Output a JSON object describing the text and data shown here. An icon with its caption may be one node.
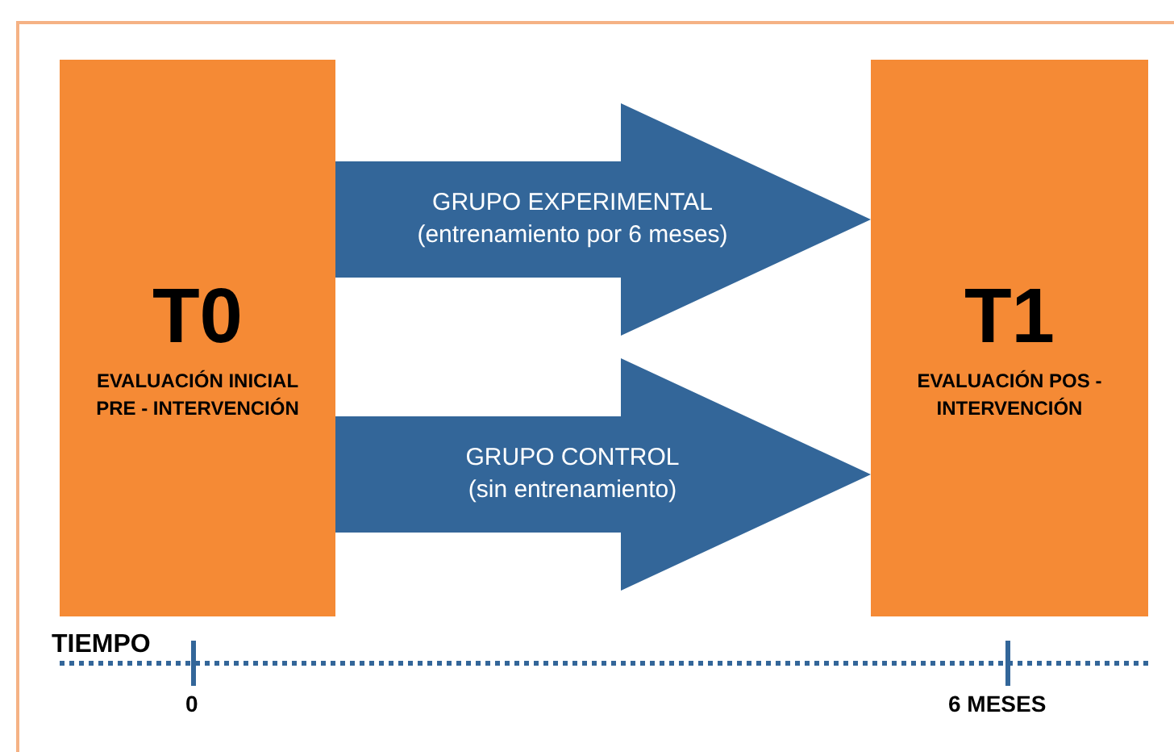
{
  "diagram": {
    "nodes": [
      {
        "text": [
          "T0",
          "EVALUACIÓN INICIAL PRE - INTERVENCIÓN"
        ]
      },
      {
        "text": [
          "T1",
          "EVALUACIÓN POS - INTERVENCIÓN"
        ]
      }
    ],
    "edges": [
      {
        "from": 0,
        "to": 1,
        "arrow": "to",
        "label": "GRUPO EXPERIMENTAL (entrenamiento por 6 meses)",
        "style": "thick"
      },
      {
        "from": 0,
        "to": 1,
        "arrow": "to",
        "label": "GRUPO CONTROL (sin entrenamiento)",
        "style": "thick"
      }
    ],
    "labels": [
      "TIEMPO",
      "0",
      "6 MESES"
    ]
  }
}
